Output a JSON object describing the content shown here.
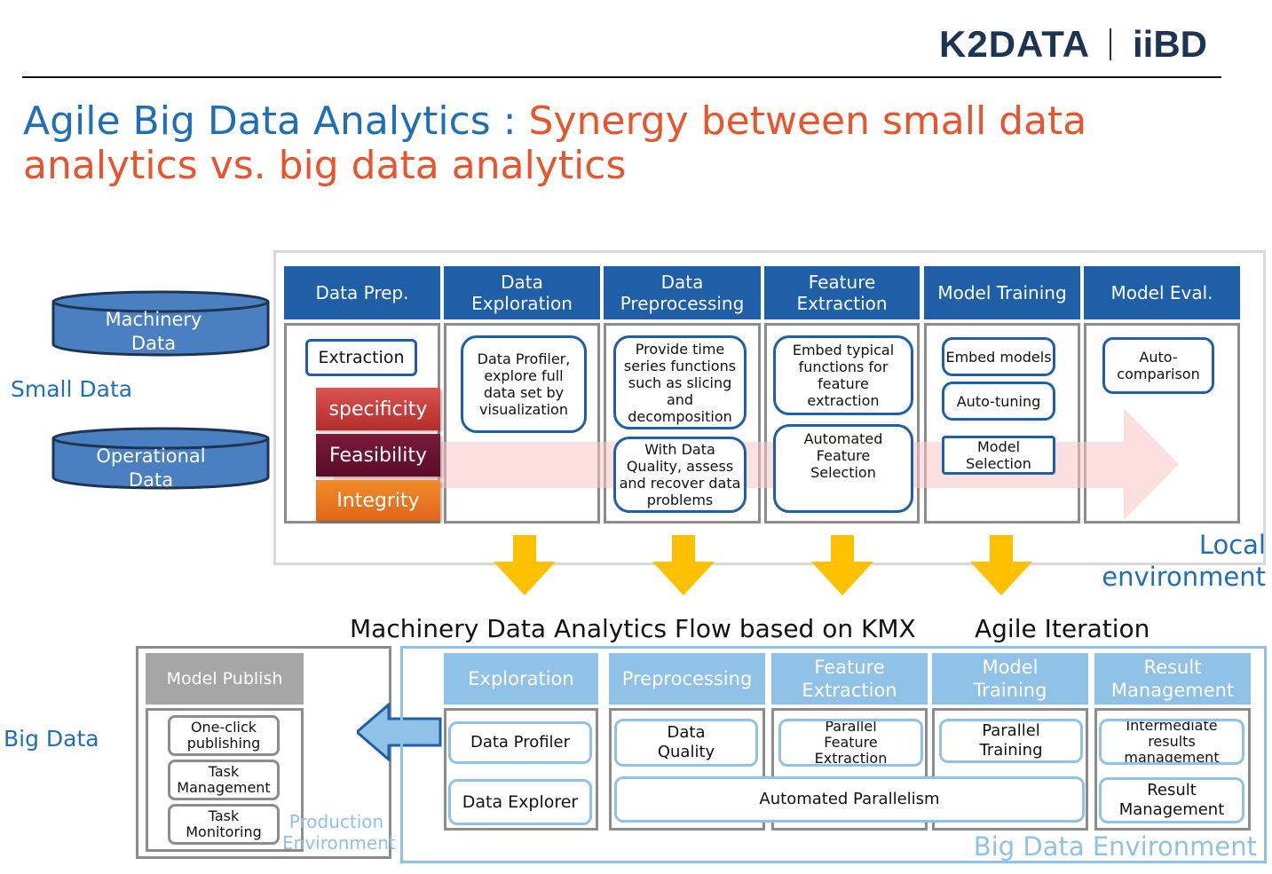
{
  "logo": {
    "brand1": "K2DATA",
    "brand2": "iiBD"
  },
  "title": {
    "part1": "Agile Big Data Analytics",
    "separator": " : ",
    "part2_line1": "Synergy between small data",
    "part2_line2": "analytics vs. big data analytics"
  },
  "left": {
    "small_data": "Small Data",
    "big_data": "Big Data",
    "db1": "Machinery Data",
    "db2": "Operational Data"
  },
  "local": {
    "headers": [
      "Data Prep.",
      "Data Exploration",
      "Data Preprocessing",
      "Feature Extraction",
      "Model Training",
      "Model Eval."
    ],
    "extraction": "Extraction",
    "badges": [
      "specificity",
      "Feasibility",
      "Integrity"
    ],
    "exploration_box": "Data Profiler, explore full data set by visualization",
    "preproc_box1": "Provide time series functions such as slicing and decomposition",
    "preproc_box2": "With Data Quality, assess and recover data problems",
    "feature_box1": "Embed typical functions for feature extraction",
    "feature_box2": "Automated Feature Selection",
    "training_boxes": [
      "Embed models",
      "Auto-tuning",
      "Model Selection"
    ],
    "eval_box": "Auto-comparison",
    "env_label": "Local environment"
  },
  "middle": {
    "flow_title": "Machinery Data Analytics Flow based on KMX",
    "agile": "Agile Iteration"
  },
  "big": {
    "headers": [
      "Exploration",
      "Preprocessing",
      "Feature Extraction",
      "Model Training",
      "Result Management"
    ],
    "exploration_boxes": [
      "Data Profiler",
      "Data Explorer"
    ],
    "preproc_box": "Data Quality",
    "feature_box": "Parallel Feature Extraction",
    "training_box": "Parallel Training",
    "auto_parallel": "Automated Parallelism",
    "result_boxes": [
      "Intermediate results management",
      "Result Management"
    ],
    "env_label": "Big Data Environment"
  },
  "production": {
    "header": "Model Publish",
    "items": [
      "One-click publishing",
      "Task Management",
      "Task Monitoring"
    ],
    "env_label": "Production Environment"
  },
  "colors": {
    "blue": "#1f5fa8",
    "orange": "#e8542c",
    "yellow": "#ffc000",
    "light_blue": "#8fc2e6",
    "title_blue": "#1f6fb8"
  }
}
